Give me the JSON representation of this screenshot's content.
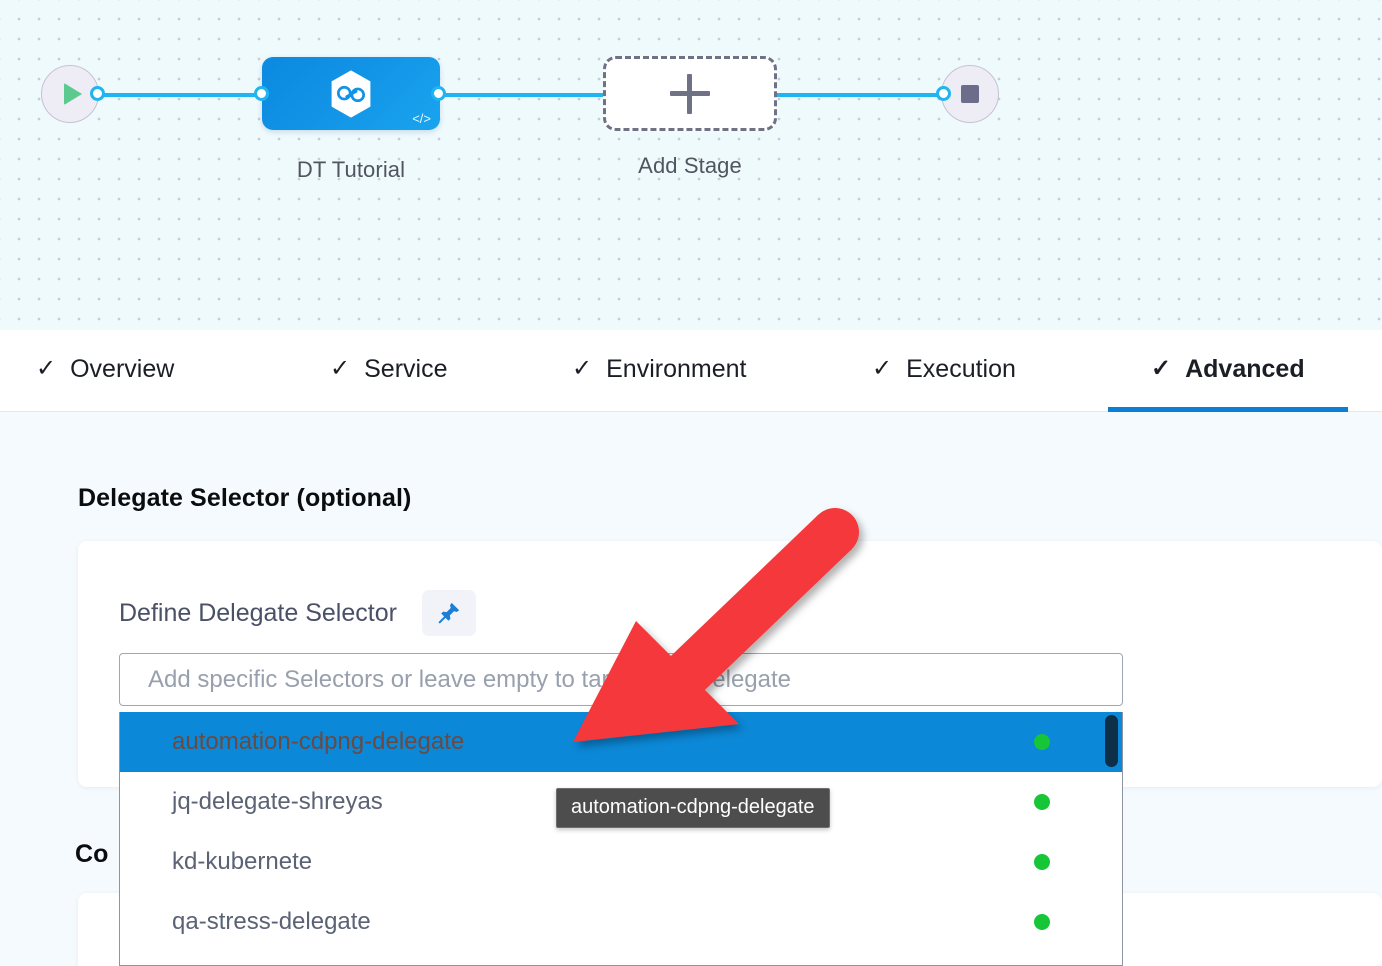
{
  "pipeline": {
    "start_node": {
      "icon": "play-icon"
    },
    "end_node": {
      "icon": "stop-icon"
    },
    "stages": [
      {
        "label": "DT Tutorial",
        "icon": "harness-hexagon-icon",
        "badge_icon": "code-icon"
      },
      {
        "label": "Add Stage",
        "icon": "plus-icon"
      }
    ]
  },
  "tabs": [
    {
      "label": "Overview",
      "icon": "check-icon",
      "active": false
    },
    {
      "label": "Service",
      "icon": "check-icon",
      "active": false
    },
    {
      "label": "Environment",
      "icon": "check-icon",
      "active": false
    },
    {
      "label": "Execution",
      "icon": "check-icon",
      "active": false
    },
    {
      "label": "Advanced",
      "icon": "check-icon",
      "active": true
    }
  ],
  "sections": {
    "delegate_selector": {
      "title": "Delegate Selector (optional)",
      "define_label": "Define Delegate Selector",
      "pin_icon": "pushpin-icon"
    },
    "conditional": {
      "title_visible": "Co"
    }
  },
  "selector": {
    "placeholder": "Add specific Selectors or leave empty to target any Delegate",
    "value": "",
    "options": [
      {
        "name": "automation-cdpng-delegate",
        "status": "connected",
        "selected": true
      },
      {
        "name": "jq-delegate-shreyas",
        "status": "connected",
        "selected": false
      },
      {
        "name": "kd-kubernete",
        "status": "connected",
        "selected": false
      },
      {
        "name": "qa-stress-delegate",
        "status": "connected",
        "selected": false
      }
    ]
  },
  "tooltip": {
    "text": "automation-cdpng-delegate"
  },
  "annotation": {
    "type": "arrow",
    "color": "#f4393a"
  },
  "colors": {
    "accent_blue": "#0b7fd4",
    "node_blue": "#1293e6",
    "edge_blue": "#20b4f0",
    "highlight_blue": "#0b88d7",
    "status_green": "#17c637",
    "canvas_bg": "#effafd",
    "content_bg": "#f4fafd",
    "tooltip_bg": "#4d4d4d",
    "arrow_red": "#f4393a"
  }
}
